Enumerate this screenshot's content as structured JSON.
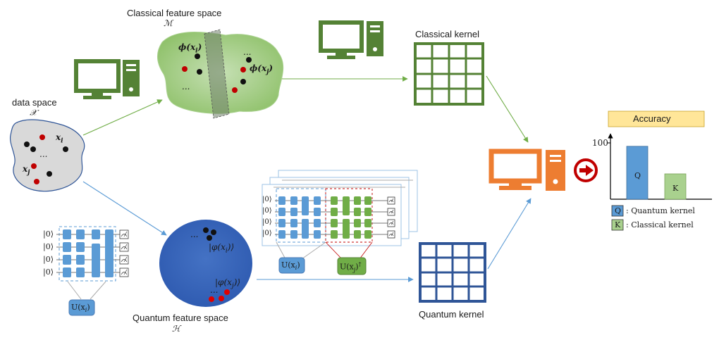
{
  "labels": {
    "data_space": "data space",
    "data_space_sym": "𝒳",
    "classical_space": "Classical feature space",
    "classical_space_sym": "ℳ",
    "quantum_space": "Quantum feature space",
    "quantum_space_sym": "ℋ",
    "classical_kernel": "Classical kernel",
    "quantum_kernel": "Quantum kernel",
    "accuracy": "Accuracy"
  },
  "math": {
    "xi": "x",
    "xi_sub": "i",
    "xj": "x",
    "xj_sub": "j",
    "phi_xi": "ϕ(x",
    "phi_xj": "ϕ(x",
    "ket_xi": "|φ(x",
    "ket_xj": "|φ(x",
    "dots": "...",
    "u_xi": "U(x",
    "u_xj": "U(x",
    "ket0": "|0⟩"
  },
  "chart_data": {
    "type": "bar",
    "title": "Accuracy",
    "categories": [
      "Q",
      "K"
    ],
    "values": [
      94,
      45
    ],
    "y_tick": "100",
    "ylim": [
      0,
      110
    ],
    "colors": [
      "#5b9bd5",
      "#a9d18e"
    ],
    "legend": [
      {
        "key": "Q",
        "label": ": Quantum kernel",
        "color": "#5b9bd5"
      },
      {
        "key": "K",
        "label": ": Classical kernel",
        "color": "#a9d18e"
      }
    ]
  },
  "colors": {
    "classical": "#548235",
    "quantum": "#2f5597",
    "result": "#ed7d31",
    "stop": "#c00000",
    "blob_gray": "#d9d9d9",
    "blob_green": "#a9d18e",
    "sphere": "#3a62c0",
    "gate_blue": "#5b9bd5",
    "gate_green": "#70ad47"
  }
}
